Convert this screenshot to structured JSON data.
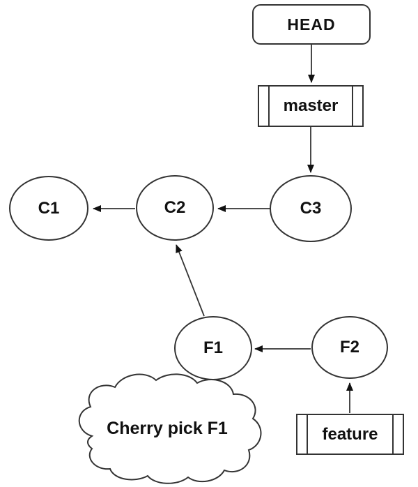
{
  "nodes": {
    "head": {
      "label": "HEAD",
      "shape": "rounded-rectangle"
    },
    "master": {
      "label": "master",
      "shape": "predefined-process"
    },
    "c3": {
      "label": "C3",
      "shape": "circle"
    },
    "c2": {
      "label": "C2",
      "shape": "circle"
    },
    "c1": {
      "label": "C1",
      "shape": "circle"
    },
    "f1": {
      "label": "F1",
      "shape": "circle"
    },
    "f2": {
      "label": "F2",
      "shape": "circle"
    },
    "feature": {
      "label": "feature",
      "shape": "predefined-process"
    },
    "cloud_note": {
      "label": "Cherry pick F1",
      "shape": "cloud"
    }
  },
  "edges": [
    {
      "from": "HEAD",
      "to": "master"
    },
    {
      "from": "master",
      "to": "C3"
    },
    {
      "from": "C3",
      "to": "C2"
    },
    {
      "from": "C2",
      "to": "C1"
    },
    {
      "from": "F1",
      "to": "C2"
    },
    {
      "from": "F2",
      "to": "F1"
    },
    {
      "from": "feature",
      "to": "F2"
    }
  ],
  "colors": {
    "background": "#ffffff",
    "stroke": "#333333",
    "text": "#111111"
  }
}
